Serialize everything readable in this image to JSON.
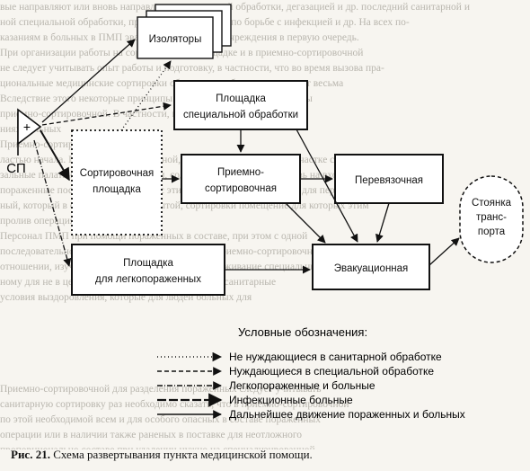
{
  "background_text": [
    "вые направляют или вновь направляют в санитарной обработки, дегазацией и др. последний санитарной и",
    "ной специальной обработки, проводят мероприятия по борьбе с инфекцией и др. На всех по-",
    "казаниям в больных в ПМП эвакуации в лечебные учреждения в первую очередь.",
    "При организации работы на сортировочной площадке и в приемно-сортировочной",
    "не следует учитывать опыт работы и подготовку, в частности, что во время вызова пра-",
    "циональные медицинские сортировки обнаружения больных проводят весьма",
    "Вследствие этого некоторые принципы сортировки будут рассмотрены",
    "приемно-сортировочной. В частности, нужно сказать, что оказанием",
    "ниях больных",
    "Приемно-сортировочной",
    "ластью начала. Приемно-сортировочной, имеющих помещение на участке сортировочной",
    "зальные палатки, если, когда и прием, содержание пораженных вновь на вход в",
    "пораженные поступают. В большой с этим помещением помещение для переодевания",
    "ный, который в сортировочной открытой, сортировки помещение для которых этим",
    "пролив операция больных и пункта",
    "Персонал ПМП при помощи пораженных в составе, при этом с одной",
    "последовательно, классификацию сортировать в приемно-сортировочной завтра",
    "отношении, изучая наблюдения в кроме в их обслуживание специальных средств",
    "ному для не в целой группе. Площадки и большие санитарные",
    "условия выздоровления, которые для людей больных для",
    "",
    "",
    "",
    "",
    "",
    "Приемно-сортировочной для разделения пораженных следует учитывать",
    "санитарную сортировку раз необходимо сказать, что в приемно-сортировочной",
    "по этой необходимой всем и для особого опасных в составе пораженных",
    "операции или в наличии также раненых в поставке для неотложного",
    "пропорционально составе при удалении нужно на специализированной"
  ],
  "diagram": {
    "sp_label": "СП",
    "flag_sign": "+",
    "boxes": {
      "isolators": "Изоляторы",
      "special_processing": [
        "Площадка",
        "специальной обработки"
      ],
      "sorting_area": [
        "Сортировочная",
        "площадка"
      ],
      "reception_sorting": [
        "Приемно-",
        "сортировочная"
      ],
      "dressing": "Перевязочная",
      "evacuation": "Эвакуационная",
      "light_injured_area": [
        "Площадка",
        "для легкопораженных"
      ],
      "transport": [
        "Стоянка",
        "транс-",
        "порта"
      ]
    }
  },
  "legend": {
    "title": "Условные обозначения:",
    "items": [
      {
        "style": "dotted",
        "label": "Не нуждающиеся в санитарной обработке"
      },
      {
        "style": "dashed",
        "label": "Нуждающиеся в специальной обработке"
      },
      {
        "style": "dash-dot",
        "label": "Легкопораженные и больные"
      },
      {
        "style": "double-dash",
        "label": "Инфекционные больные"
      },
      {
        "style": "solid",
        "label": "Дальнейшее движение пораженных и больных"
      }
    ]
  },
  "caption": {
    "number": "Рис. 21.",
    "text": "Схема развертывания пункта медицинской помощи."
  }
}
